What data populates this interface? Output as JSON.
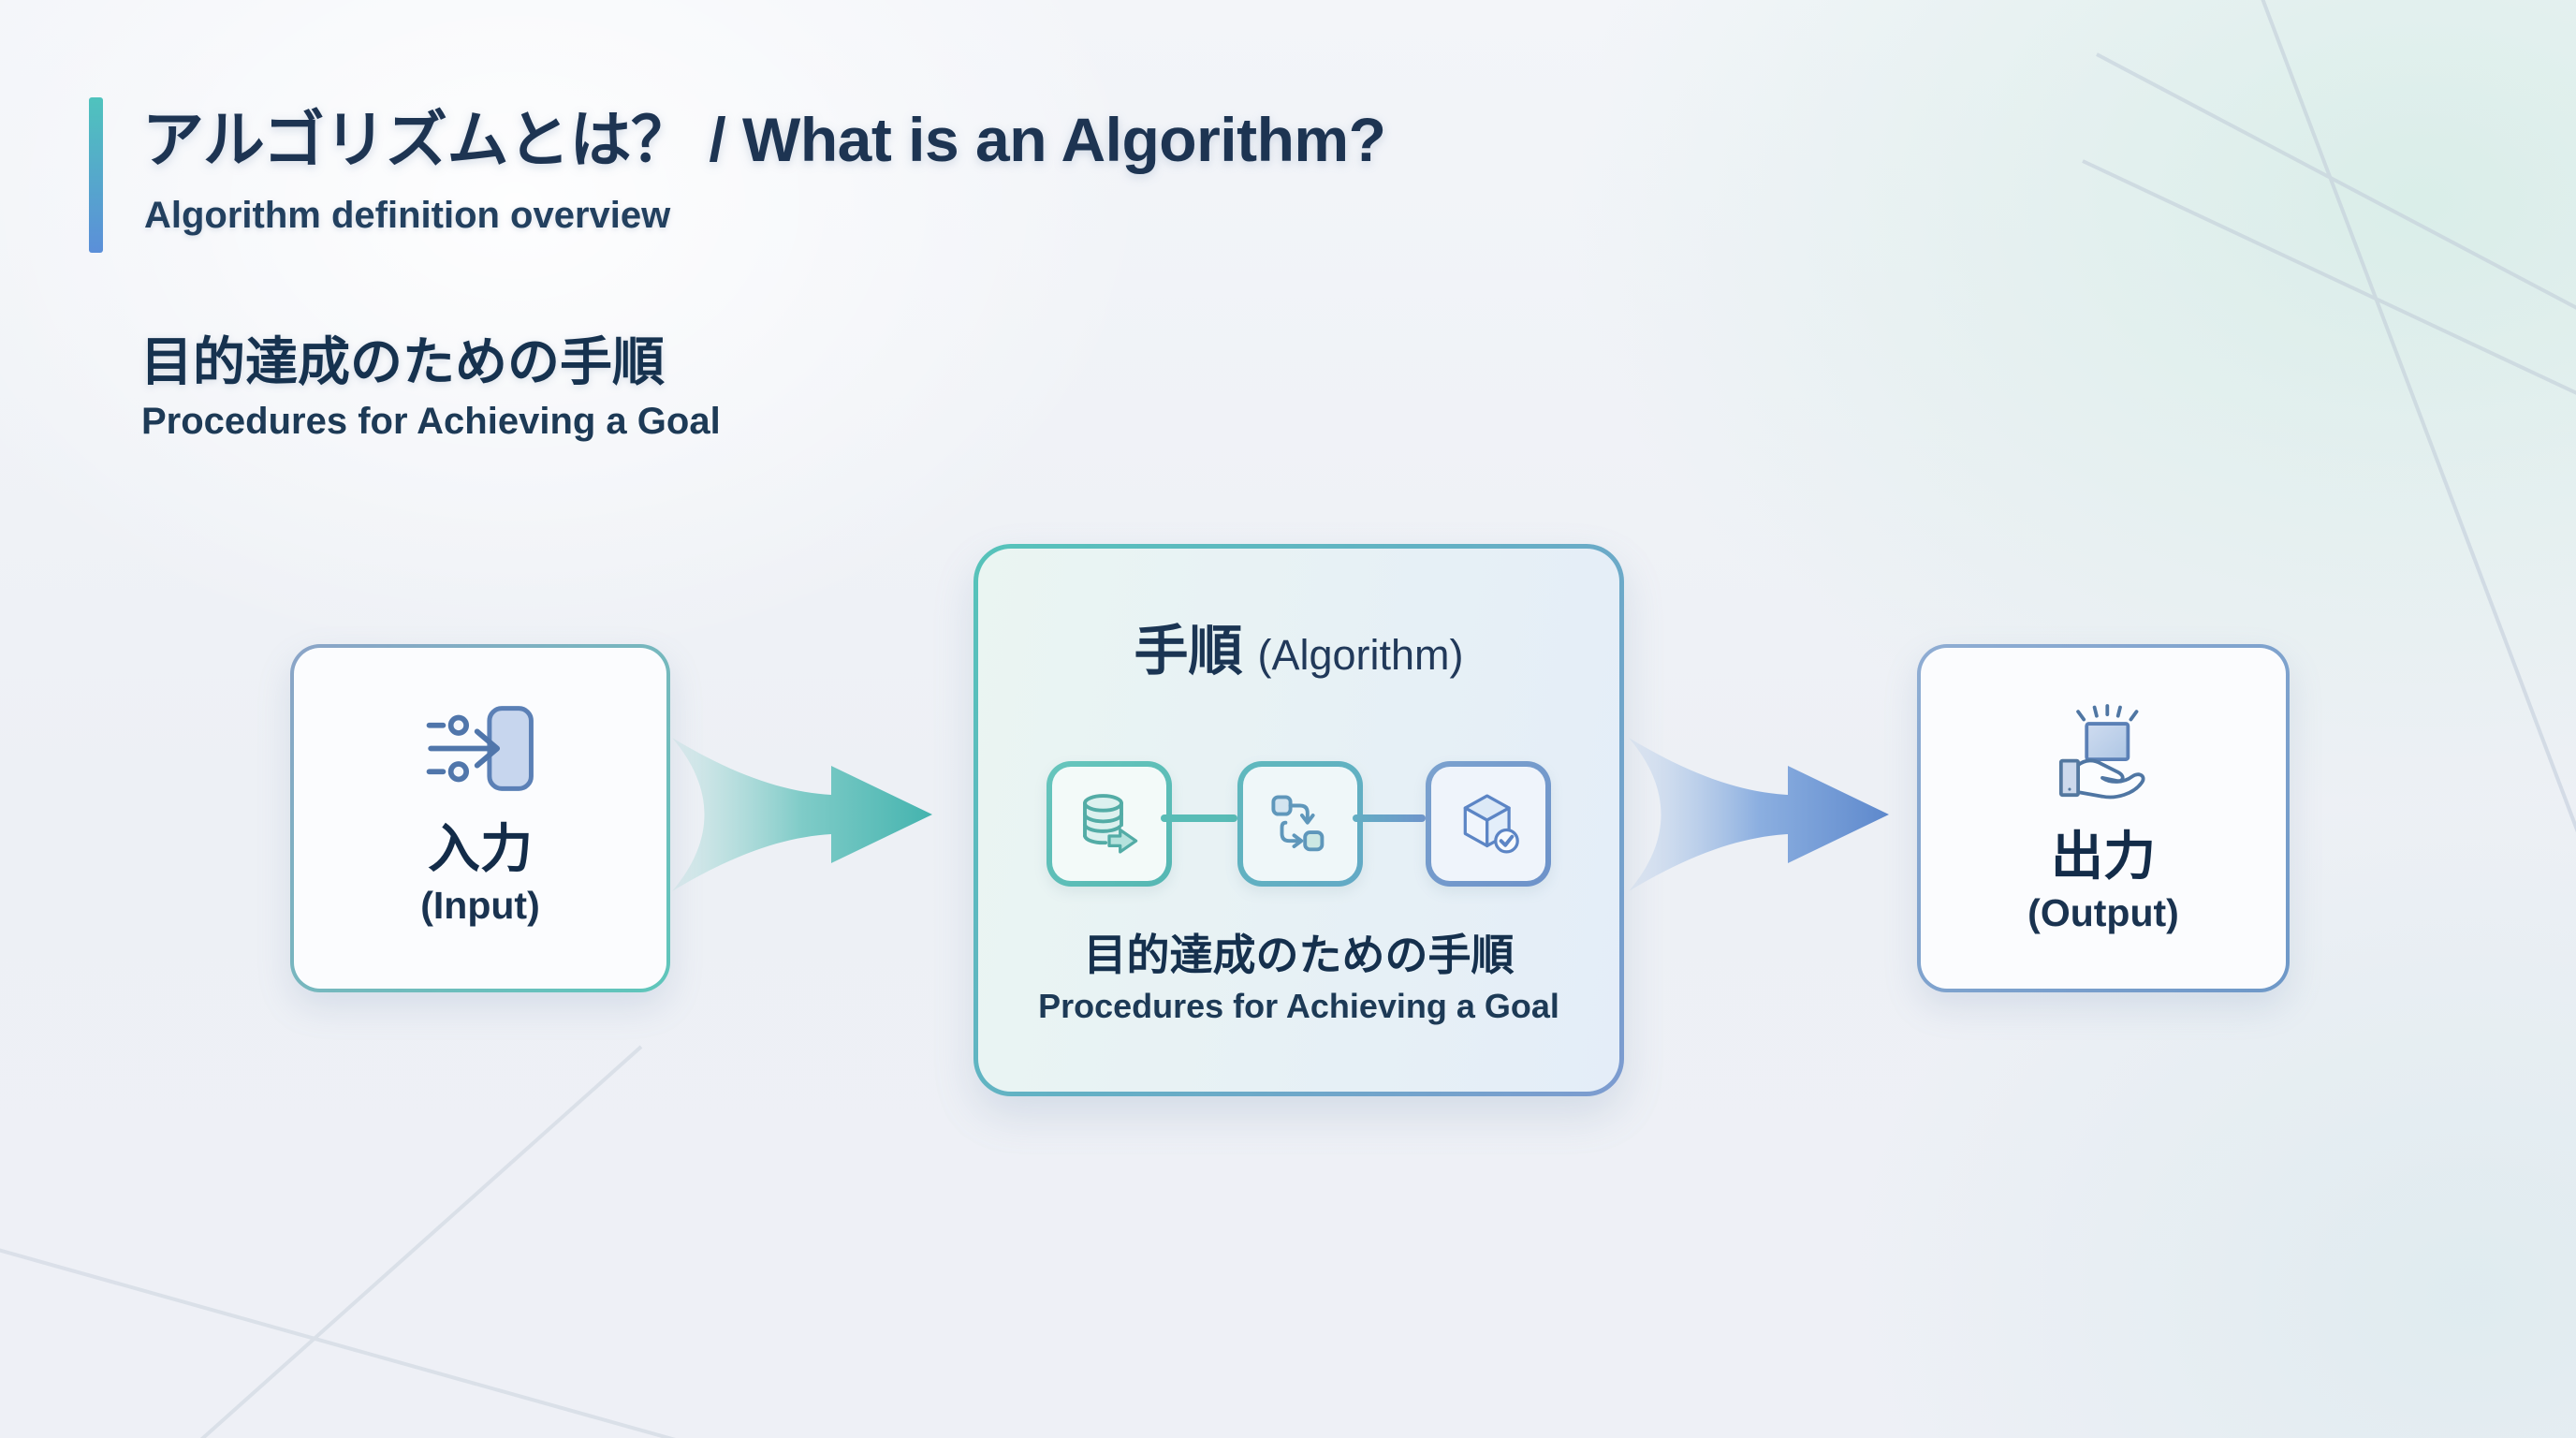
{
  "header": {
    "title": "アルゴリズムとは？ / What is an Algorithm?",
    "subtitle": "Algorithm definition overview"
  },
  "section": {
    "heading_jp": "目的達成のための手順",
    "heading_en": "Procedures for Achieving a Goal"
  },
  "diagram": {
    "input": {
      "label_jp": "入力",
      "label_en": "(Input)",
      "icon": "login-arrow-icon"
    },
    "arrow_in": {
      "icon": "swoosh-right-arrow",
      "color": "#45b5af"
    },
    "process": {
      "title_jp": "手順",
      "title_en": "(Algorithm)",
      "steps": [
        {
          "icon": "database-export-icon"
        },
        {
          "icon": "flowchart-icon"
        },
        {
          "icon": "cube-check-icon"
        }
      ],
      "caption_jp": "目的達成のための手順",
      "caption_en": "Procedures for Achieving a Goal"
    },
    "arrow_out": {
      "icon": "swoosh-right-arrow",
      "color": "#6490d3"
    },
    "output": {
      "label_jp": "出力",
      "label_en": "(Output)",
      "icon": "hand-present-icon"
    }
  },
  "colors": {
    "accent_teal": "#4fc3bd",
    "accent_blue": "#5b8fd9",
    "text_navy": "#1c3452",
    "card_border_blue": "#7fa3cc",
    "background": "#eef1f6"
  }
}
